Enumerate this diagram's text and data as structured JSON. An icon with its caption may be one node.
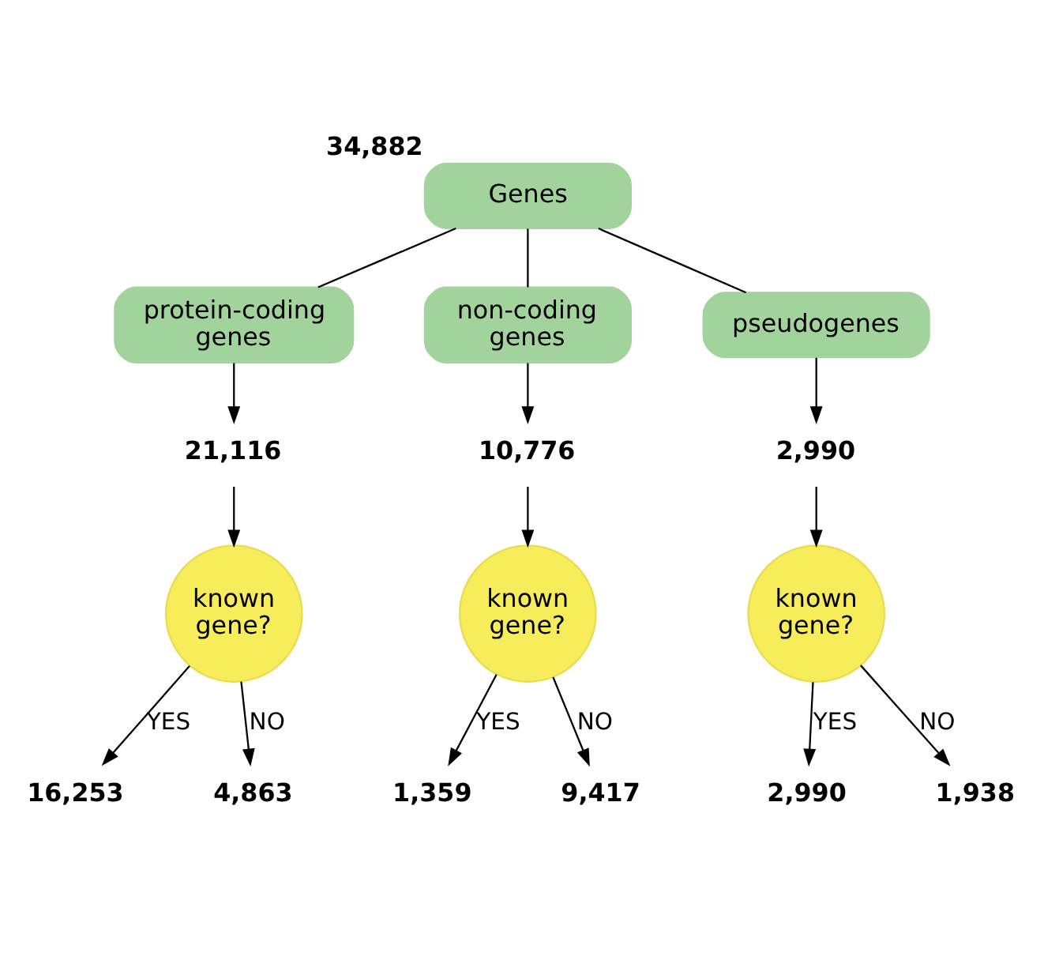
{
  "diagram": {
    "nodes": [
      {
        "text": [
          "Genes"
        ],
        "beside": [
          "34,882"
        ]
      },
      {
        "text": [
          "protein-coding genes"
        ]
      },
      {
        "text": [
          "non-coding genes"
        ]
      },
      {
        "text": [
          "pseudogenes"
        ]
      },
      {
        "text": [
          "21,116"
        ]
      },
      {
        "text": [
          "10,776"
        ]
      },
      {
        "text": [
          "2,990"
        ]
      },
      {
        "text": [
          "known gene?"
        ]
      },
      {
        "text": [
          "known gene?"
        ]
      },
      {
        "text": [
          "known gene?"
        ]
      },
      {
        "text": [
          "16,253"
        ]
      },
      {
        "text": [
          "4,863"
        ]
      },
      {
        "text": [
          "1,359"
        ]
      },
      {
        "text": [
          "9,417"
        ]
      },
      {
        "text": [
          "2,990"
        ]
      },
      {
        "text": [
          "1,938"
        ]
      }
    ],
    "edges": [
      {
        "from": 0,
        "to": 1,
        "arrow": "none"
      },
      {
        "from": 0,
        "to": 2,
        "arrow": "none"
      },
      {
        "from": 0,
        "to": 3,
        "arrow": "none"
      },
      {
        "from": 1,
        "to": 4,
        "arrow": "to"
      },
      {
        "from": 2,
        "to": 5,
        "arrow": "to"
      },
      {
        "from": 3,
        "to": 6,
        "arrow": "to"
      },
      {
        "from": 4,
        "to": 7,
        "arrow": "to"
      },
      {
        "from": 5,
        "to": 8,
        "arrow": "to"
      },
      {
        "from": 6,
        "to": 9,
        "arrow": "to"
      },
      {
        "from": 7,
        "to": 10,
        "arrow": "to",
        "label": "YES"
      },
      {
        "from": 7,
        "to": 11,
        "arrow": "to",
        "label": "NO"
      },
      {
        "from": 8,
        "to": 12,
        "arrow": "to",
        "label": "YES"
      },
      {
        "from": 8,
        "to": 13,
        "arrow": "to",
        "label": "NO"
      },
      {
        "from": 9,
        "to": 14,
        "arrow": "to",
        "label": "YES"
      },
      {
        "from": 9,
        "to": 15,
        "arrow": "to",
        "label": "NO"
      }
    ]
  }
}
